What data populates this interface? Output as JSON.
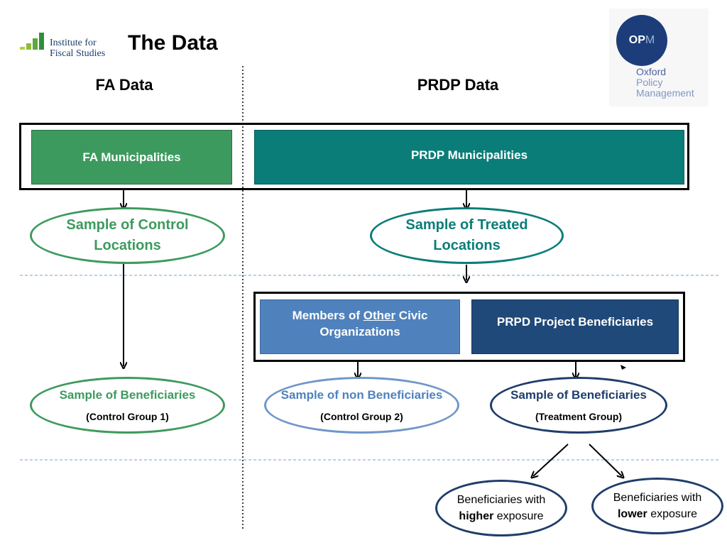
{
  "header": {
    "title": "The Data",
    "ifs_logo_line1": "Institute for",
    "ifs_logo_line2": "Fiscal Studies",
    "opm_logo_mark_o": "O",
    "opm_logo_mark_p": "P",
    "opm_logo_mark_m": "M",
    "opm_logo_line1": "Oxford",
    "opm_logo_line2": "Policy",
    "opm_logo_line3": "Management"
  },
  "columns": {
    "left_heading": "FA Data",
    "right_heading": "PRDP Data"
  },
  "municipalities": {
    "fa": "FA Municipalities",
    "prdp": "PRDP Municipalities"
  },
  "locations": {
    "control_line1": "Sample of Control",
    "control_line2": "Locations",
    "treated_line1": "Sample of Treated",
    "treated_line2": "Locations"
  },
  "groups": {
    "other_civic_prefix": "Members of ",
    "other_civic_underlined": "Other",
    "other_civic_suffix": " Civic",
    "other_civic_line2": "Organizations",
    "project_beneficiaries": "PRPD Project Beneficiaries"
  },
  "samples": {
    "control1_title": "Sample of Beneficiaries",
    "control1_sub": "(Control Group 1)",
    "control2_title": "Sample of non Beneficiaries",
    "control2_sub": "(Control Group 2)",
    "treatment_title": "Sample of Beneficiaries",
    "treatment_sub": "(Treatment Group)"
  },
  "exposure": {
    "higher_prefix": "Beneficiaries with",
    "higher_bold": "higher",
    "higher_suffix": " exposure",
    "lower_prefix": "Beneficiaries with",
    "lower_bold": "lower",
    "lower_suffix": " exposure"
  },
  "colors": {
    "fa_green": "#3d9a5e",
    "prdp_teal": "#0a7d78",
    "civic_blue": "#4f82bd",
    "project_navy": "#1f4979",
    "ellipse_navy": "#1f3d6b",
    "opm_circle": "#1c3d7a",
    "divider_blue": "#7aa0c8"
  }
}
